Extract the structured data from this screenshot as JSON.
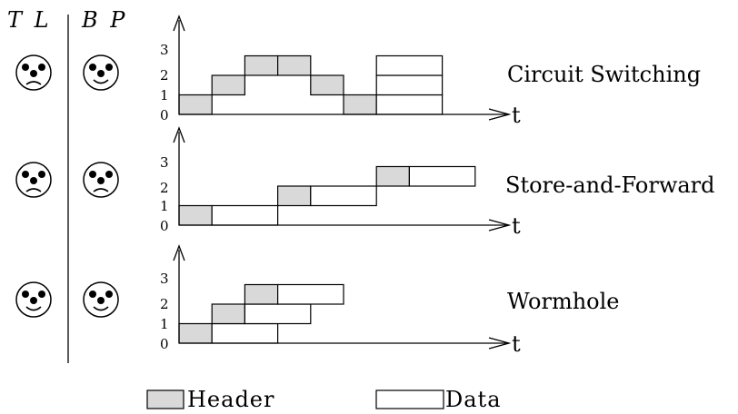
{
  "columns": {
    "left": "T L",
    "right": "B P"
  },
  "panels": [
    {
      "title": "Circuit Switching",
      "axis_label": "t",
      "y_ticks": [
        "0",
        "1",
        "2",
        "3"
      ],
      "faces": {
        "tl": "frown",
        "bp": "smile"
      },
      "blocks": [
        {
          "kind": "header",
          "t0": 0,
          "t1": 1,
          "level": 0
        },
        {
          "kind": "header",
          "t0": 1,
          "t1": 2,
          "level": 1
        },
        {
          "kind": "header",
          "t0": 2,
          "t1": 3,
          "level": 2
        },
        {
          "kind": "header",
          "t0": 3,
          "t1": 4,
          "level": 2
        },
        {
          "kind": "header",
          "t0": 4,
          "t1": 5,
          "level": 1
        },
        {
          "kind": "header",
          "t0": 5,
          "t1": 6,
          "level": 0
        },
        {
          "kind": "data",
          "t0": 6,
          "t1": 8,
          "level": 0
        },
        {
          "kind": "data",
          "t0": 6,
          "t1": 8,
          "level": 1
        },
        {
          "kind": "data",
          "t0": 6,
          "t1": 8,
          "level": 2
        }
      ]
    },
    {
      "title": "Store-and-Forward",
      "axis_label": "t",
      "y_ticks": [
        "0",
        "1",
        "2",
        "3"
      ],
      "faces": {
        "tl": "frown",
        "bp": "frown"
      },
      "blocks": [
        {
          "kind": "header",
          "t0": 0,
          "t1": 1,
          "level": 0
        },
        {
          "kind": "data",
          "t0": 1,
          "t1": 3,
          "level": 0
        },
        {
          "kind": "header",
          "t0": 3,
          "t1": 4,
          "level": 1
        },
        {
          "kind": "data",
          "t0": 4,
          "t1": 6,
          "level": 1
        },
        {
          "kind": "header",
          "t0": 6,
          "t1": 7,
          "level": 2
        },
        {
          "kind": "data",
          "t0": 7,
          "t1": 9,
          "level": 2
        }
      ]
    },
    {
      "title": "Wormhole",
      "axis_label": "t",
      "y_ticks": [
        "0",
        "1",
        "2",
        "3"
      ],
      "faces": {
        "tl": "smile",
        "bp": "smile"
      },
      "blocks": [
        {
          "kind": "header",
          "t0": 0,
          "t1": 1,
          "level": 0
        },
        {
          "kind": "data",
          "t0": 1,
          "t1": 3,
          "level": 0
        },
        {
          "kind": "header",
          "t0": 1,
          "t1": 2,
          "level": 1
        },
        {
          "kind": "data",
          "t0": 2,
          "t1": 4,
          "level": 1
        },
        {
          "kind": "header",
          "t0": 2,
          "t1": 3,
          "level": 2
        },
        {
          "kind": "data",
          "t0": 3,
          "t1": 5,
          "level": 2
        }
      ]
    }
  ],
  "legend": {
    "header_label": "Header",
    "data_label": "Data",
    "header_color": "#d9d9d9",
    "data_color": "#ffffff"
  }
}
